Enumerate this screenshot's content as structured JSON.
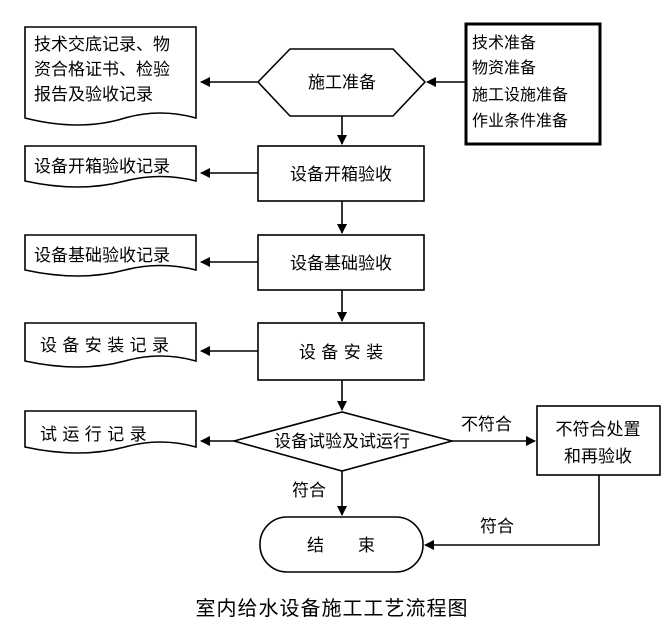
{
  "diagram": {
    "caption": "室内给水设备施工工艺流程图",
    "nodes": {
      "prep": "施工准备",
      "unpack": "设备开箱验收",
      "foundation": "设备基础验收",
      "install": "设 备 安 装",
      "trial": "设备试验及试运行",
      "nonconform": [
        "不符合处置",
        "和再验收"
      ],
      "end": "结　　束"
    },
    "prep_items": [
      "技术准备",
      "物资准备",
      "施工设施准备",
      "作业条件准备"
    ],
    "records": {
      "prep": [
        "技术交底记录、物",
        "资合格证书、检验",
        "报告及验收记录"
      ],
      "unpack": "设备开箱验收记录",
      "foundation": "设备基础验收记录",
      "install": "设 备 安 装 记 录",
      "trial": "试 运 行 记 录"
    },
    "edge_labels": {
      "fail": "不符合",
      "pass_down": "符合",
      "pass_back": "符合"
    }
  }
}
